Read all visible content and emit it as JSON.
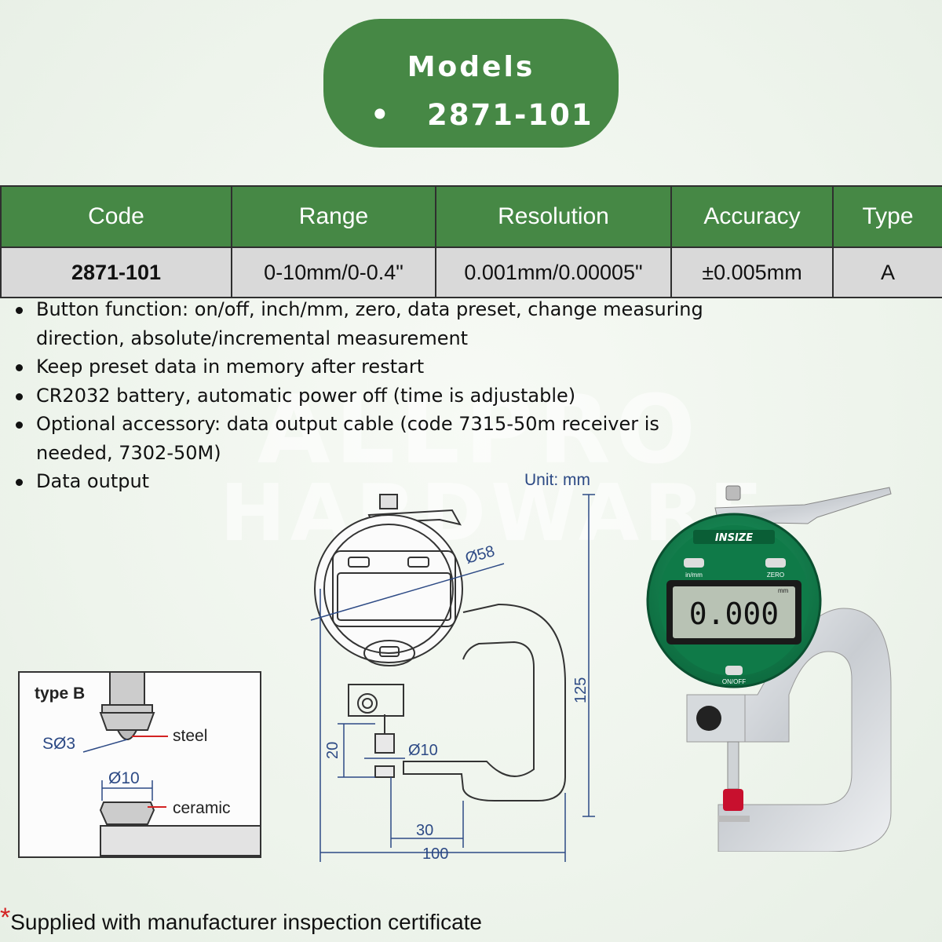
{
  "models": {
    "title": "Models",
    "bullet": "•",
    "item": "2871-101"
  },
  "table": {
    "headers": [
      "Code",
      "Range",
      "Resolution",
      "Accuracy",
      "Type"
    ],
    "row": [
      "2871-101",
      "0-10mm/0-0.4\"",
      "0.001mm/0.00005\"",
      "±0.005mm",
      "A"
    ]
  },
  "features": [
    "Button function: on/off, inch/mm, zero, data preset, change measuring direction, absolute/incremental measurement",
    "Keep preset data in memory after restart",
    "CR2032 battery, automatic power off (time is adjustable)",
    "Optional accessory: data output cable (code 7315-50m receiver is needed, 7302-50M)",
    "Data output"
  ],
  "watermark": {
    "line1": "ALLPRO",
    "line2": "HARDWARE"
  },
  "drawing": {
    "unit": "Unit: mm",
    "dial_diameter": "Ø58",
    "height": "125",
    "anvil_diameter": "Ø10",
    "anvil_height": "20",
    "throat_depth": "30",
    "length": "100"
  },
  "typeb": {
    "title": "type B",
    "steel_label": "steel",
    "sphere_label": "SØ3",
    "ceramic_diameter": "Ø10",
    "ceramic_label": "ceramic"
  },
  "product": {
    "brand": "INSIZE",
    "display": "0.000",
    "unit": "mm",
    "btn_left": "in/mm",
    "btn_right": "ZERO",
    "btn_power": "ON/OFF"
  },
  "footnote": {
    "star": "*",
    "text": "Supplied with manufacturer inspection certificate"
  },
  "colors": {
    "green": "#468845",
    "drawing_blue": "#2d4a85",
    "red": "#d32222"
  }
}
